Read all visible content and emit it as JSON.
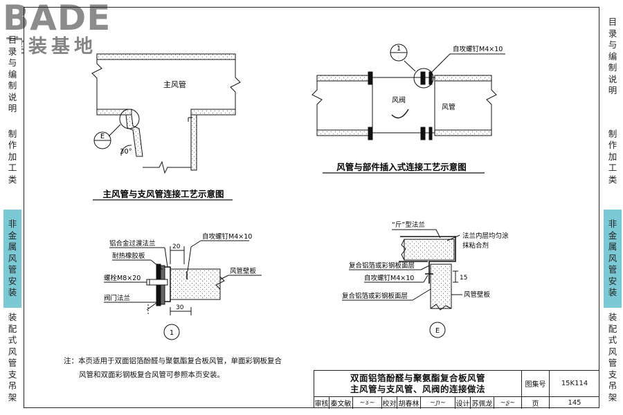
{
  "logo": {
    "brand": "BADE",
    "subtitle": "建装基地"
  },
  "left_tabs": [
    {
      "label": "目录与编制说明",
      "active": false
    },
    {
      "label": "制作加工类",
      "active": false
    },
    {
      "label": "非金属风管安装",
      "active": true
    },
    {
      "label": "装配式风管支吊架",
      "active": false
    }
  ],
  "right_tabs": [
    {
      "label": "目录与编制说明",
      "active": false
    },
    {
      "label": "制作加工类",
      "active": false
    },
    {
      "label": "非金属风管安装",
      "active": true
    },
    {
      "label": "装配式风管支吊架",
      "active": false
    }
  ],
  "diagram1": {
    "duct_label": "主风管",
    "callout_letter": "E",
    "angle_label": "30°",
    "caption": "主风管与支风管连接工艺示意图"
  },
  "diagram2": {
    "callout_number": "1",
    "screw_label": "自攻螺钉M4×10",
    "damper_label": "风阀",
    "duct_label": "风管",
    "caption": "风管与部件插入式连接工艺示意图"
  },
  "detail1": {
    "flange_label": "铝合金过渡法兰",
    "rubber_label": "耐热橡胶板",
    "bolt_label": "螺栓M8×20",
    "valve_flange_label": "阀门法兰",
    "screw_label": "自攻螺钉M4×10",
    "wall_label": "风管壁板",
    "dim_top": "20",
    "dim_bottom": "30",
    "marker": "1"
  },
  "detailE": {
    "flange_type_label": "“斤”型法兰",
    "inner_label_1": "法兰内层均匀涂",
    "inner_label_2": "抹粘合剂",
    "composite_label_1": "复合铝箔或彩钢板面层",
    "screw_label": "自攻螺钉M4×10",
    "composite_label_2": "复合铝箔或彩钢板面层",
    "wall_label": "风管壁板",
    "dim": "15",
    "marker": "E"
  },
  "note": {
    "line1": "注：本页适用于双面铝箔酚醛与聚氨酯复合板风管，单面彩钢板复合",
    "line2": "风管和双面彩钢板复合风管可参照本页安装。"
  },
  "title_block": {
    "title_line1": "双面铝箔酚醛与聚氨酯复合板风管",
    "title_line2": "主风管与支风管、风阀的连接做法",
    "atlas_label": "图集号",
    "atlas_no": "15K114",
    "page_label": "页",
    "page_no": "145",
    "review_label": "审核",
    "reviewer": "秦文敏",
    "check_label": "校对",
    "checker": "胡春林",
    "design_label": "设计",
    "designer": "苏佩龙"
  }
}
